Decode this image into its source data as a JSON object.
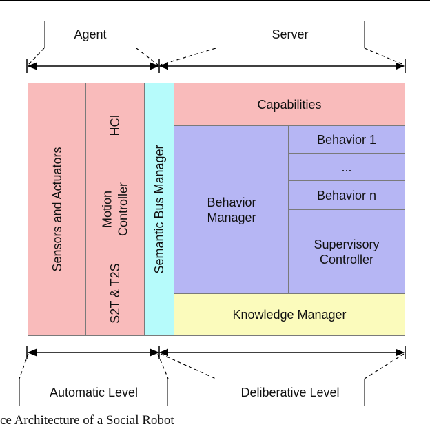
{
  "labels": {
    "agent": "Agent",
    "server": "Server",
    "automatic_level": "Automatic Level",
    "deliberative_level": "Deliberative Level"
  },
  "blocks": {
    "sensors_actuators": "Sensors and Actuators",
    "hci": "HCI",
    "motion_controller": "Motion\nController",
    "s2t_t2s": "S2T & T2S",
    "semantic_bus_manager": "Semantic Bus Manager",
    "capabilities": "Capabilities",
    "behavior_manager": "Behavior\nManager",
    "behavior_1": "Behavior 1",
    "behavior_ellipsis": "...",
    "behavior_n": "Behavior n",
    "supervisory_controller": "Supervisory\nController",
    "knowledge_manager": "Knowledge Manager"
  },
  "caption": "ce Architecture of a Social Robot",
  "colors": {
    "agent_blocks": "#f9bbbb",
    "behavior_blocks": "#b6b6f4",
    "bus_block": "#b6fbfb",
    "knowledge_block": "#fbfbbc"
  }
}
